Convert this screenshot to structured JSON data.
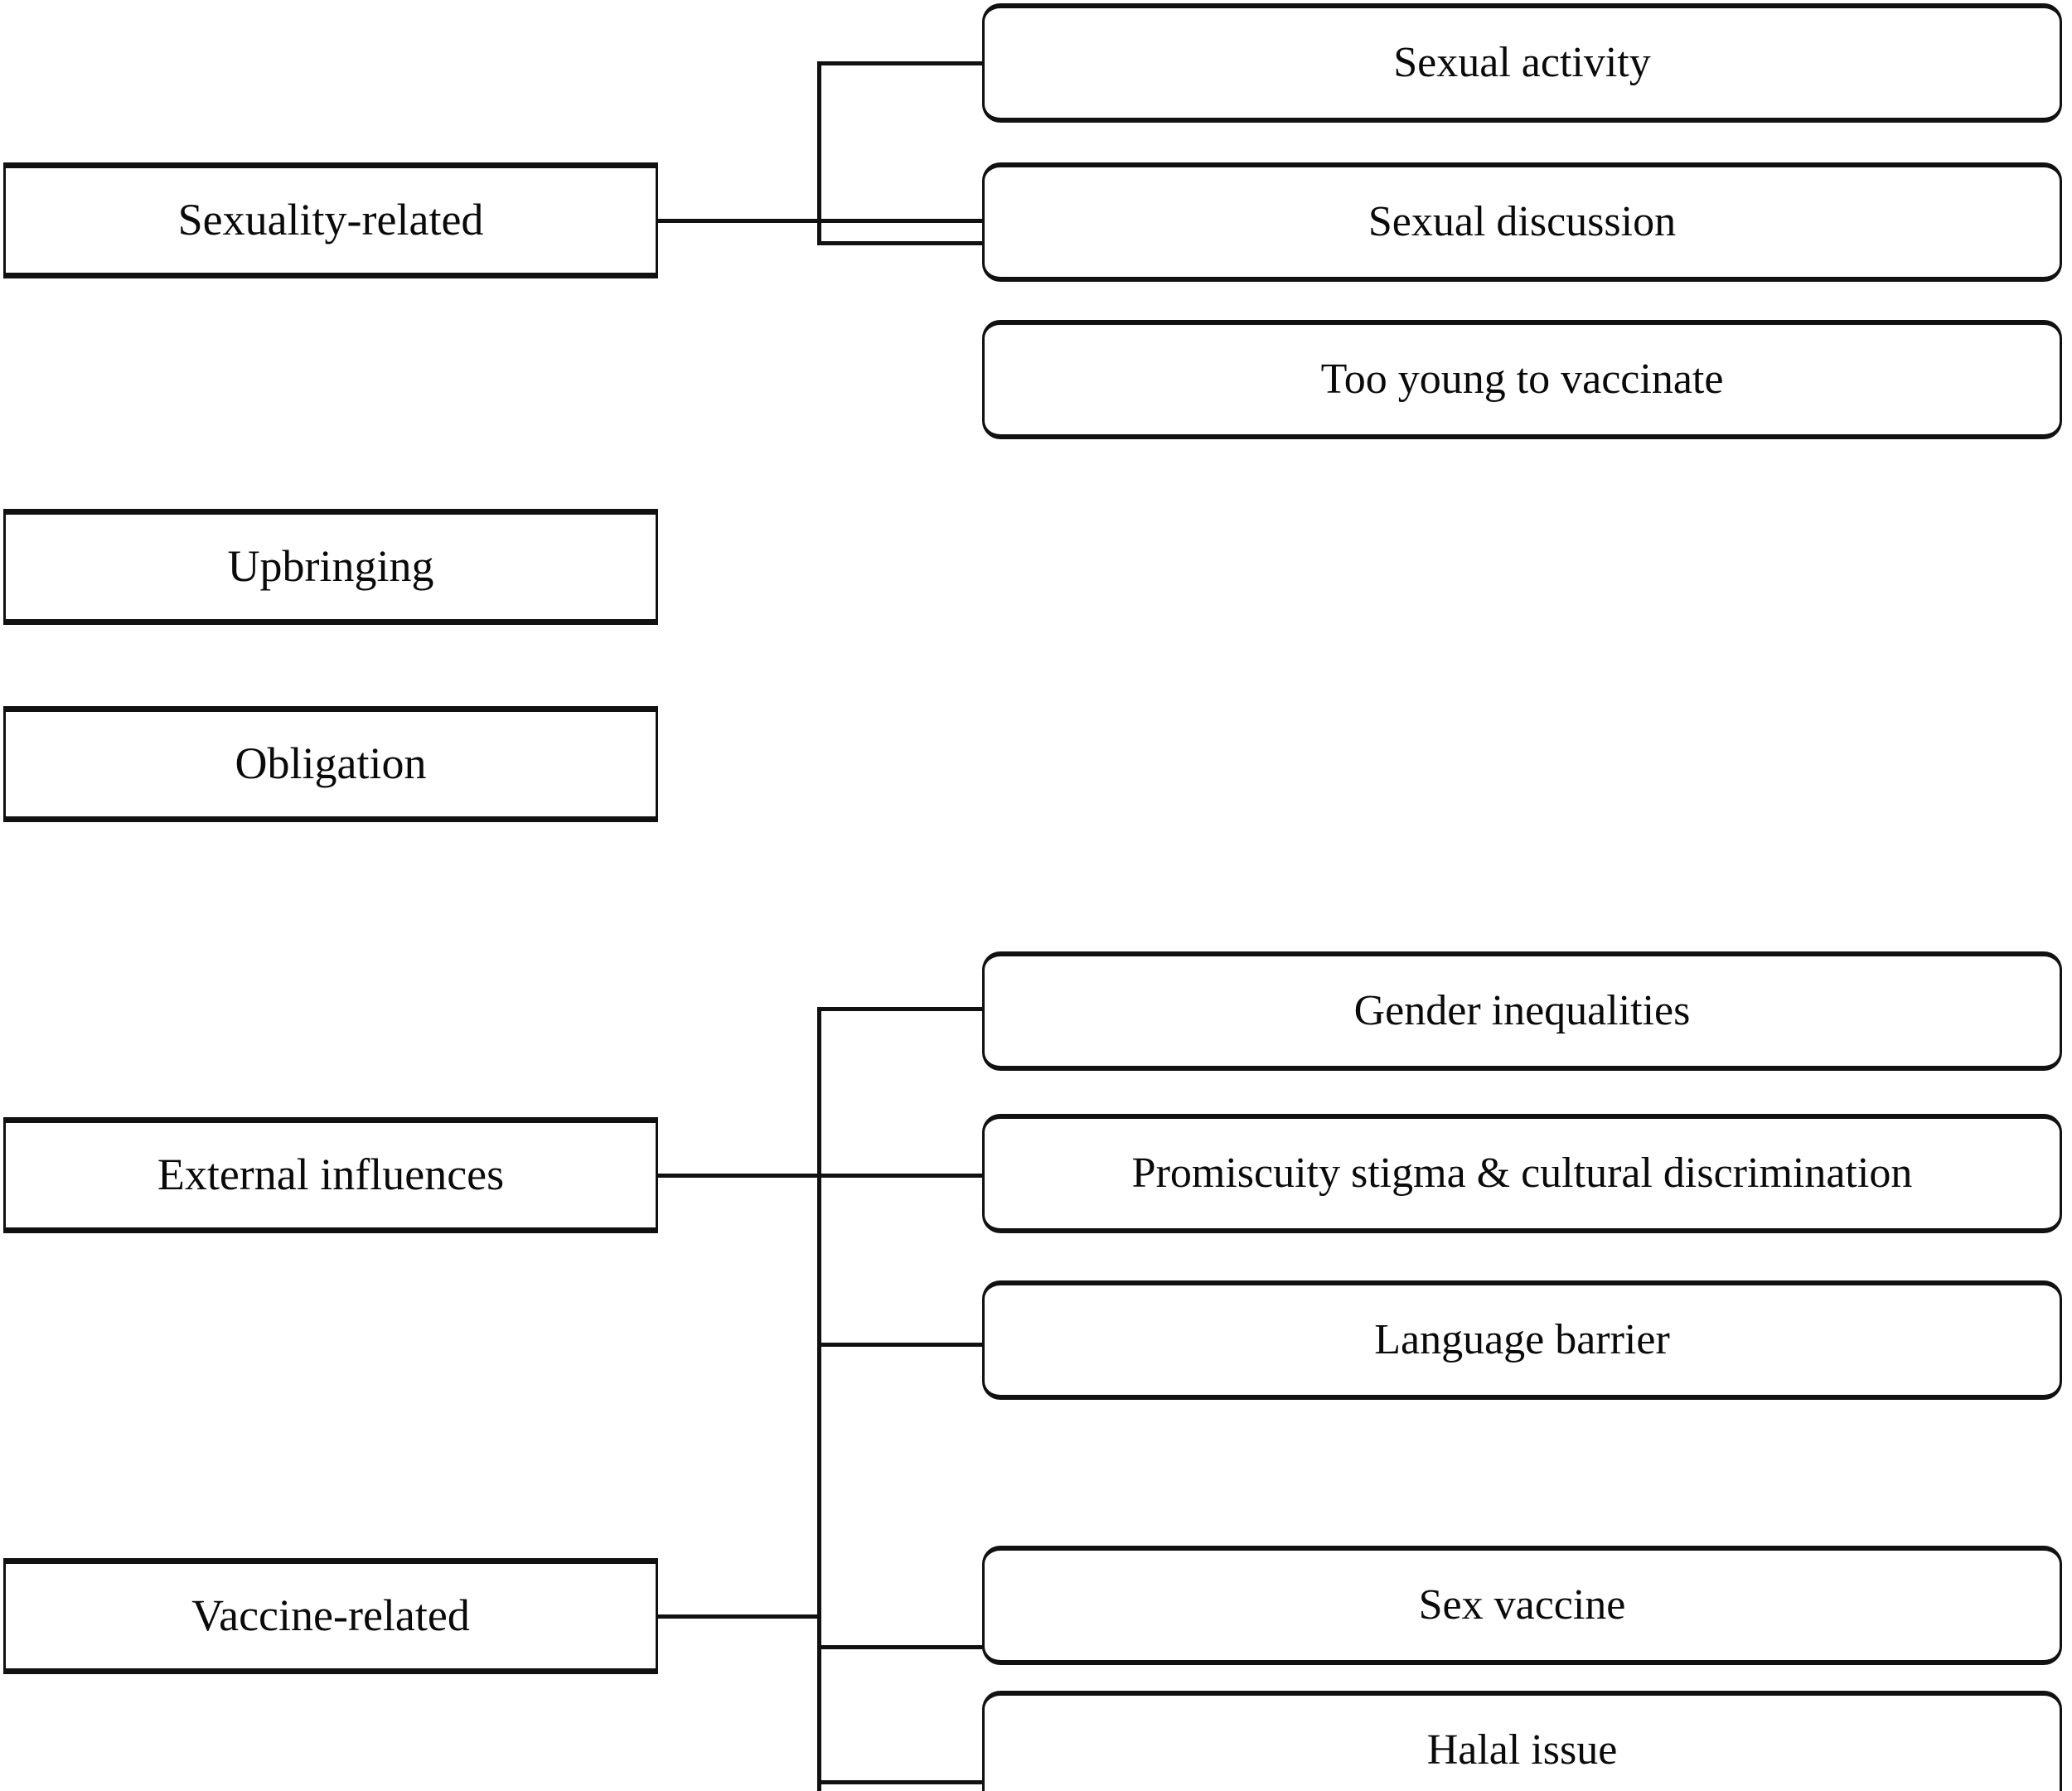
{
  "diagram": {
    "type": "hierarchy-tree",
    "title": "",
    "colors": {
      "line": "#111111",
      "box_border": "#111111",
      "background": "#ffffff",
      "text": "#0a0a0a"
    },
    "groups": [
      {
        "id": "sexuality-related",
        "parent": {
          "label": "Sexuality-related"
        },
        "children": [
          {
            "label": "Sexual activity"
          },
          {
            "label": "Sexual discussion"
          },
          {
            "label": "Too young to vaccinate"
          }
        ]
      },
      {
        "id": "upbringing",
        "parent": {
          "label": "Upbringing"
        },
        "children": []
      },
      {
        "id": "obligation",
        "parent": {
          "label": "Obligation"
        },
        "children": []
      },
      {
        "id": "external-influences",
        "parent": {
          "label": "External influences"
        },
        "children": [
          {
            "label": "Gender inequalities"
          },
          {
            "label": "Promiscuity stigma & cultural discrimination"
          },
          {
            "label": "Language barrier"
          }
        ]
      },
      {
        "id": "vaccine-related",
        "parent": {
          "label": "Vaccine-related"
        },
        "children": [
          {
            "label": "Sex vaccine"
          },
          {
            "label": "Halal issue"
          }
        ]
      }
    ]
  }
}
